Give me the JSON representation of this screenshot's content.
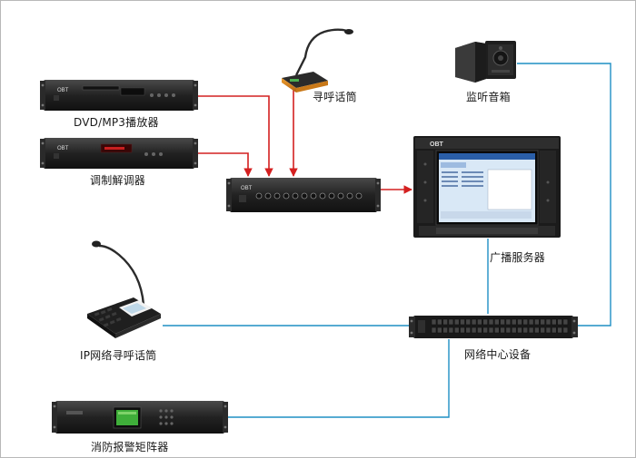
{
  "devices": {
    "dvd_player": {
      "label": "DVD/MP3播放器",
      "brand": "OBT"
    },
    "modem": {
      "label": "调制解调器",
      "brand": "OBT"
    },
    "mixer": {
      "brand": "OBT"
    },
    "desk_mic": {
      "label": "寻呼话筒"
    },
    "monitor_speaker": {
      "label": "监听音箱"
    },
    "broadcast_server": {
      "label": "广播服务器",
      "brand": "OBT"
    },
    "ip_mic": {
      "label": "IP网络寻呼话筒"
    },
    "network_switch": {
      "label": "网络中心设备"
    },
    "fire_matrix": {
      "label": "消防报警矩阵器"
    }
  },
  "colors": {
    "audio_link": "#d42020",
    "network_link": "#1e8fc4"
  }
}
